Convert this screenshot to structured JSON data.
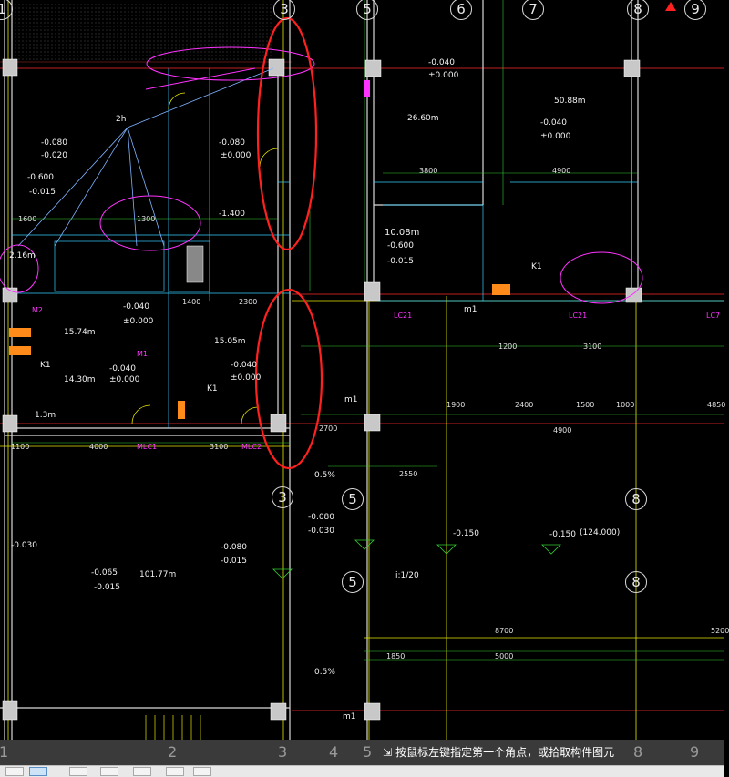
{
  "status": {
    "prompt": "按鼠标左键指定第一个角点，或拾取构件图元"
  },
  "axes_top": [
    {
      "id": "a1",
      "label": "1"
    },
    {
      "id": "a3",
      "label": "3"
    },
    {
      "id": "a5",
      "label": "5"
    },
    {
      "id": "a6",
      "label": "6"
    },
    {
      "id": "a7",
      "label": "7"
    },
    {
      "id": "a8",
      "label": "8"
    },
    {
      "id": "a9",
      "label": "9"
    }
  ],
  "axes_mid": [
    {
      "id": "m3",
      "label": "3"
    },
    {
      "id": "m5",
      "label": "5"
    },
    {
      "id": "m8",
      "label": "8"
    },
    {
      "id": "m5b",
      "label": "5"
    },
    {
      "id": "m8b",
      "label": "8"
    }
  ],
  "axes_bottom": [
    {
      "id": "b1",
      "label": "1"
    },
    {
      "id": "b2",
      "label": "2"
    },
    {
      "id": "b3",
      "label": "3"
    },
    {
      "id": "b4",
      "label": "4"
    },
    {
      "id": "b5",
      "label": "5"
    },
    {
      "id": "b8",
      "label": "8"
    },
    {
      "id": "b9",
      "label": "9"
    }
  ],
  "drawing_text": {
    "area_1": "15.74m",
    "area_2": "14.30m",
    "area_3": "15.05m",
    "area_4": "26.60m",
    "area_5": "50.88m",
    "area_6": "101.77m",
    "area_7": "10.08m",
    "area_8": "2.16m",
    "lv_1": "-0.040",
    "lv_2": "±0.000",
    "lv_3": "-0.080",
    "lv_4": "-0.020",
    "lv_5": "-0.600",
    "lv_6": "-0.015",
    "lv_7": "-1.400",
    "lv_8": "-0.150",
    "lv_9": "(124.000)",
    "lv_10": "-0.065",
    "lv_11": "-0.030",
    "lv_12": "0.5%",
    "lv_13": "i:1/20",
    "dim_1": "1100",
    "dim_2": "4000",
    "dim_3": "3100",
    "dim_4": "1900",
    "dim_5": "2400",
    "dim_6": "1500",
    "dim_7": "1000",
    "dim_8": "4850",
    "dim_9": "4900",
    "dim_10": "8700",
    "dim_11": "5200",
    "dim_12": "5000",
    "dim_13": "1850",
    "dim_14": "3800",
    "dim_15": "4900",
    "dim_16": "1200",
    "dim_17": "3100",
    "dim_18": "2700",
    "dim_19": "2300",
    "dim_20": "1400",
    "dim_21": "1600",
    "dim_22": "2550",
    "dim_23": "1300",
    "tag_1": "LC21",
    "tag_2": "LC21",
    "tag_3": "LC7",
    "tag_4": "MLC1",
    "tag_5": "MLC2",
    "tag_6": "M2",
    "tag_7": "M1",
    "tag_8": "K1",
    "tag_9": "m1",
    "tag_10": "2h",
    "tag_11": "1.3m"
  }
}
